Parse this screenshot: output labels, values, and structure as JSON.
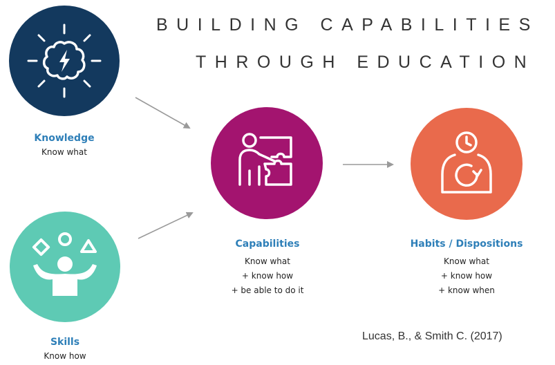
{
  "title": {
    "line1": "BUILDING CAPABILITIES",
    "line2": "THROUGH EDUCATION"
  },
  "nodes": {
    "knowledge": {
      "heading": "Knowledge",
      "lines": [
        "Know what"
      ],
      "icon": "brain-lightning-icon",
      "color": "#13395e"
    },
    "skills": {
      "heading": "Skills",
      "lines": [
        "Know how"
      ],
      "icon": "juggling-person-icon",
      "color": "#5ecab4"
    },
    "capabilities": {
      "heading": "Capabilities",
      "lines": [
        "Know what",
        "+ know how",
        "+ be able to do it"
      ],
      "icon": "presenter-puzzle-icon",
      "color": "#a3146f"
    },
    "habits": {
      "heading": "Habits / Dispositions",
      "lines": [
        "Know what",
        "+ know how",
        "+ know when"
      ],
      "icon": "person-clock-cycle-icon",
      "color": "#e96a4c"
    }
  },
  "citation": "Lucas, B., & Smith C. (2017)",
  "colors": {
    "heading": "#2e7fb8",
    "arrow": "#9a9a9a"
  }
}
